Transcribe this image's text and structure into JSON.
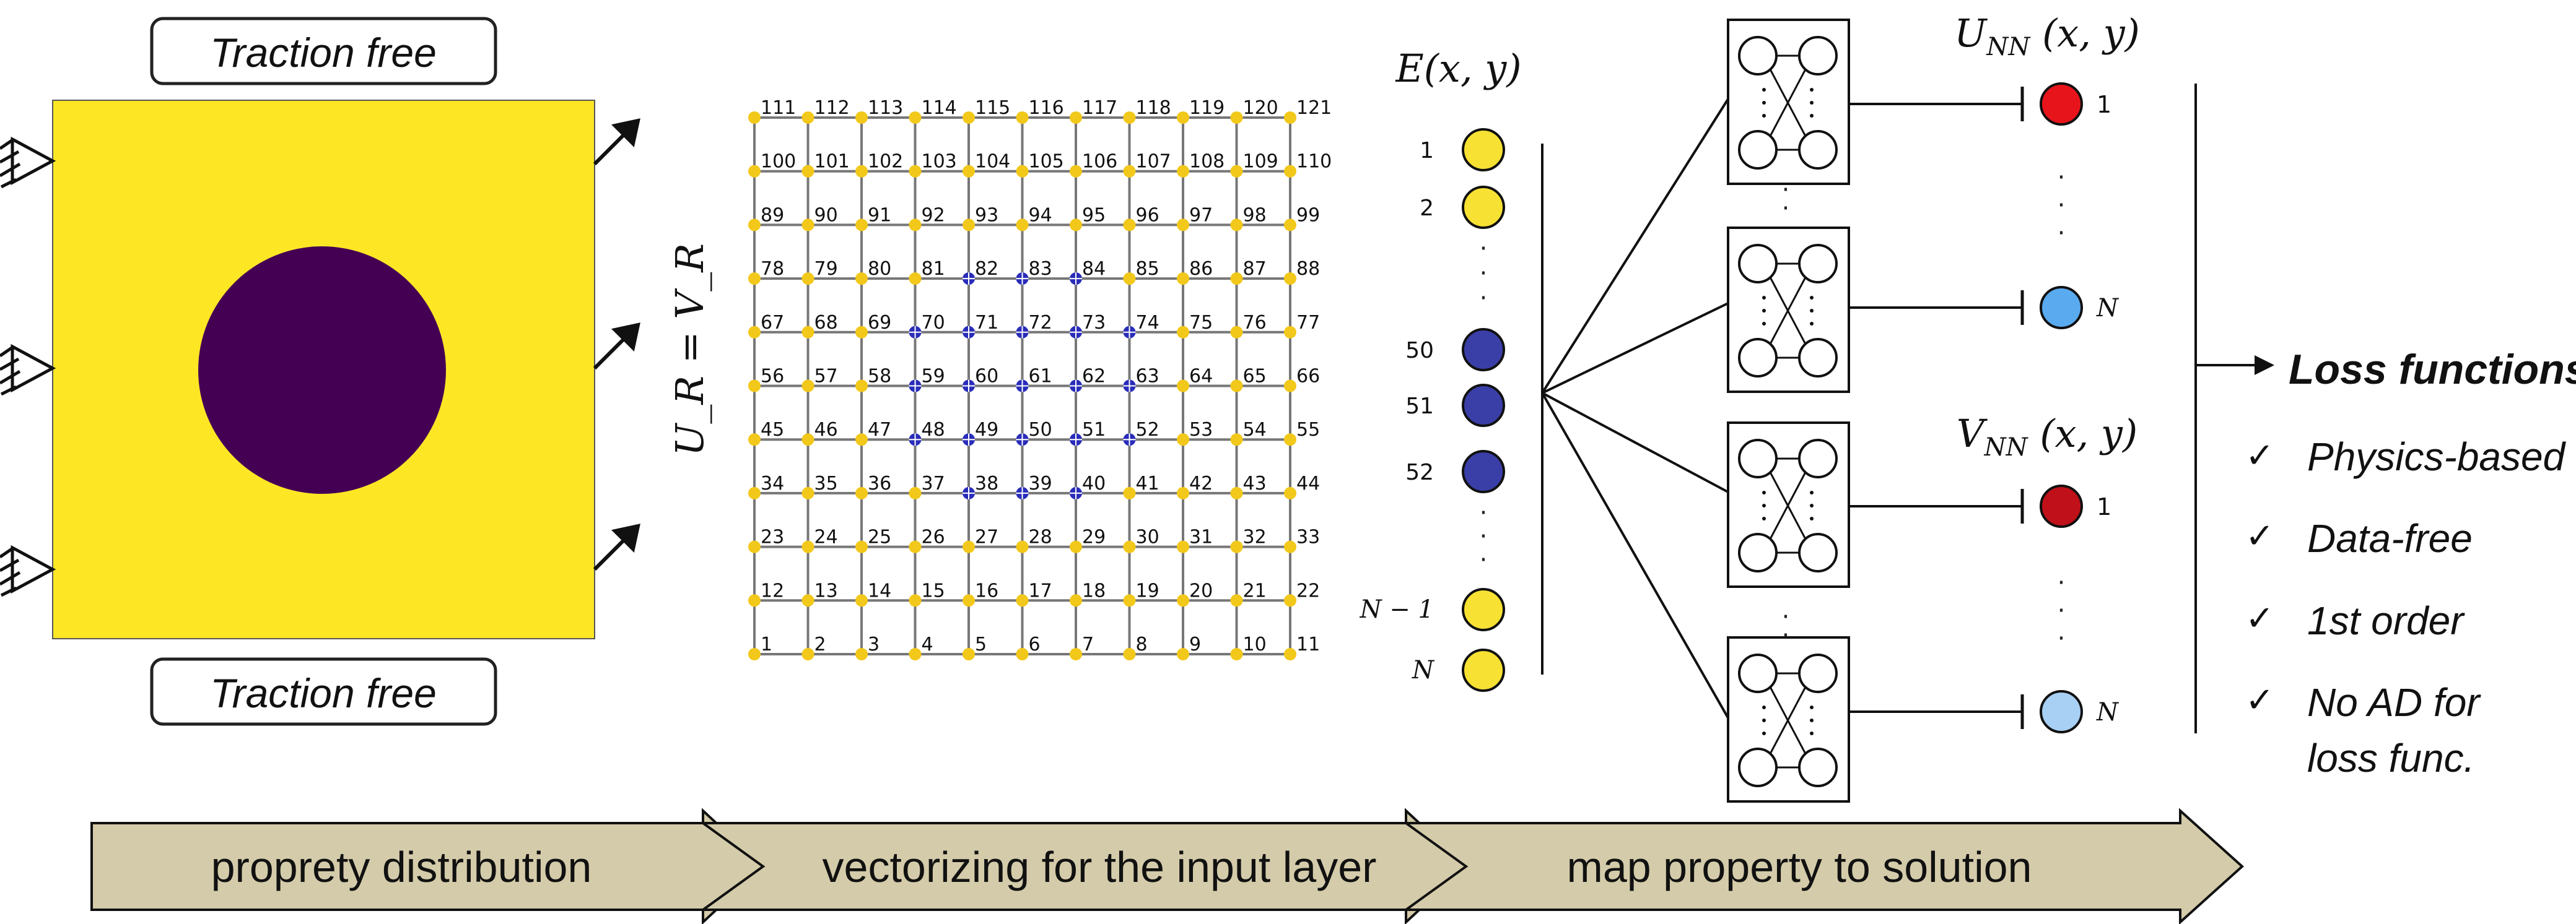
{
  "panel1": {
    "top_label": "Traction free",
    "bottom_label": "Traction free",
    "colors": {
      "matrix": "#fde725",
      "inclusion": "#440154"
    }
  },
  "panel2": {
    "boundary_eq": "U_R = V_R",
    "grid_rows": [
      [
        111,
        112,
        113,
        114,
        115,
        116,
        117,
        118,
        119,
        120,
        121
      ],
      [
        100,
        101,
        102,
        103,
        104,
        105,
        106,
        107,
        108,
        109,
        110
      ],
      [
        89,
        90,
        91,
        92,
        93,
        94,
        95,
        96,
        97,
        98,
        99
      ],
      [
        78,
        79,
        80,
        81,
        82,
        83,
        84,
        85,
        86,
        87,
        88
      ],
      [
        67,
        68,
        69,
        70,
        71,
        72,
        73,
        74,
        75,
        76,
        77
      ],
      [
        56,
        57,
        58,
        59,
        60,
        61,
        62,
        63,
        64,
        65,
        66
      ],
      [
        45,
        46,
        47,
        48,
        49,
        50,
        51,
        52,
        53,
        54,
        55
      ],
      [
        34,
        35,
        36,
        37,
        38,
        39,
        40,
        41,
        42,
        43,
        44
      ],
      [
        23,
        24,
        25,
        26,
        27,
        28,
        29,
        30,
        31,
        32,
        33
      ],
      [
        12,
        13,
        14,
        15,
        16,
        17,
        18,
        19,
        20,
        21,
        22
      ],
      [
        1,
        2,
        3,
        4,
        5,
        6,
        7,
        8,
        9,
        10,
        11
      ]
    ],
    "blue_nodes": [
      82,
      83,
      84,
      70,
      71,
      72,
      73,
      74,
      59,
      60,
      61,
      62,
      63,
      48,
      49,
      50,
      51,
      52,
      38,
      39,
      40
    ],
    "colors": {
      "yellow": "#f2c81a",
      "blue": "#2a2db8"
    }
  },
  "panel3": {
    "input_title": "E(x, y)",
    "inputs": [
      {
        "label": "1",
        "color": "#f7e133"
      },
      {
        "label": "2",
        "color": "#f7e133"
      },
      {
        "label": "50",
        "color": "#3a3fa8"
      },
      {
        "label": "51",
        "color": "#3a3fa8"
      },
      {
        "label": "52",
        "color": "#3a3fa8"
      },
      {
        "label": "N − 1",
        "color": "#f7e133"
      },
      {
        "label": "N",
        "color": "#f7e133"
      }
    ],
    "u_title": "U_NN (x, y)",
    "v_title": "V_NN (x, y)",
    "u_outputs": [
      {
        "label": "1",
        "color": "#e8141c"
      },
      {
        "label": "N",
        "color": "#5aaaf0"
      }
    ],
    "v_outputs": [
      {
        "label": "1",
        "color": "#c0101a"
      },
      {
        "label": "N",
        "color": "#a8d0f4"
      }
    ]
  },
  "loss": {
    "title": "Loss functions",
    "items": [
      "Physics-based",
      "Data-free",
      "1st order",
      "No AD for",
      "loss func."
    ]
  },
  "stages": [
    "proprety distribution",
    "vectorizing for the input layer",
    "map property to solution"
  ]
}
